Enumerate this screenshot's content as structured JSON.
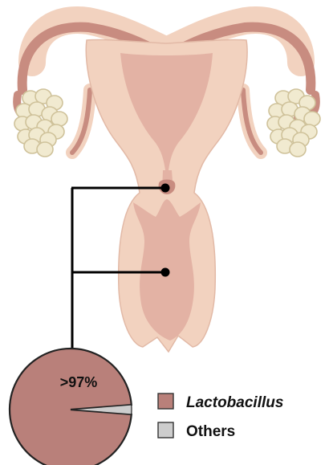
{
  "colors": {
    "tissue_outer": "#f2d2bf",
    "tissue_inner": "#e3b2a4",
    "tube_lumen": "#c88c80",
    "outline": "#b67e73",
    "ovary": "#f1ead0",
    "ovary_edge": "#cfc29a",
    "connector": "#000000",
    "lactobacillus": "#b9807a",
    "others": "#cdcdcd"
  },
  "icons": [
    "uterus-illustration",
    "sample-dot",
    "pie-chart"
  ],
  "chart_data": {
    "type": "pie",
    "slices": [
      {
        "label": "Lactobacillus",
        "value": 97.5,
        "color": "#b9807a"
      },
      {
        "label": "Others",
        "value": 2.5,
        "color": "#cdcdcd"
      }
    ],
    "annotations": [
      ">97%"
    ],
    "legend": [
      "Lactobacillus",
      "Others"
    ],
    "legend_position": "right"
  },
  "labels": {
    "pie_percent": ">97%",
    "legend_lactobacillus": "Lactobacillus",
    "legend_others": "Others"
  }
}
